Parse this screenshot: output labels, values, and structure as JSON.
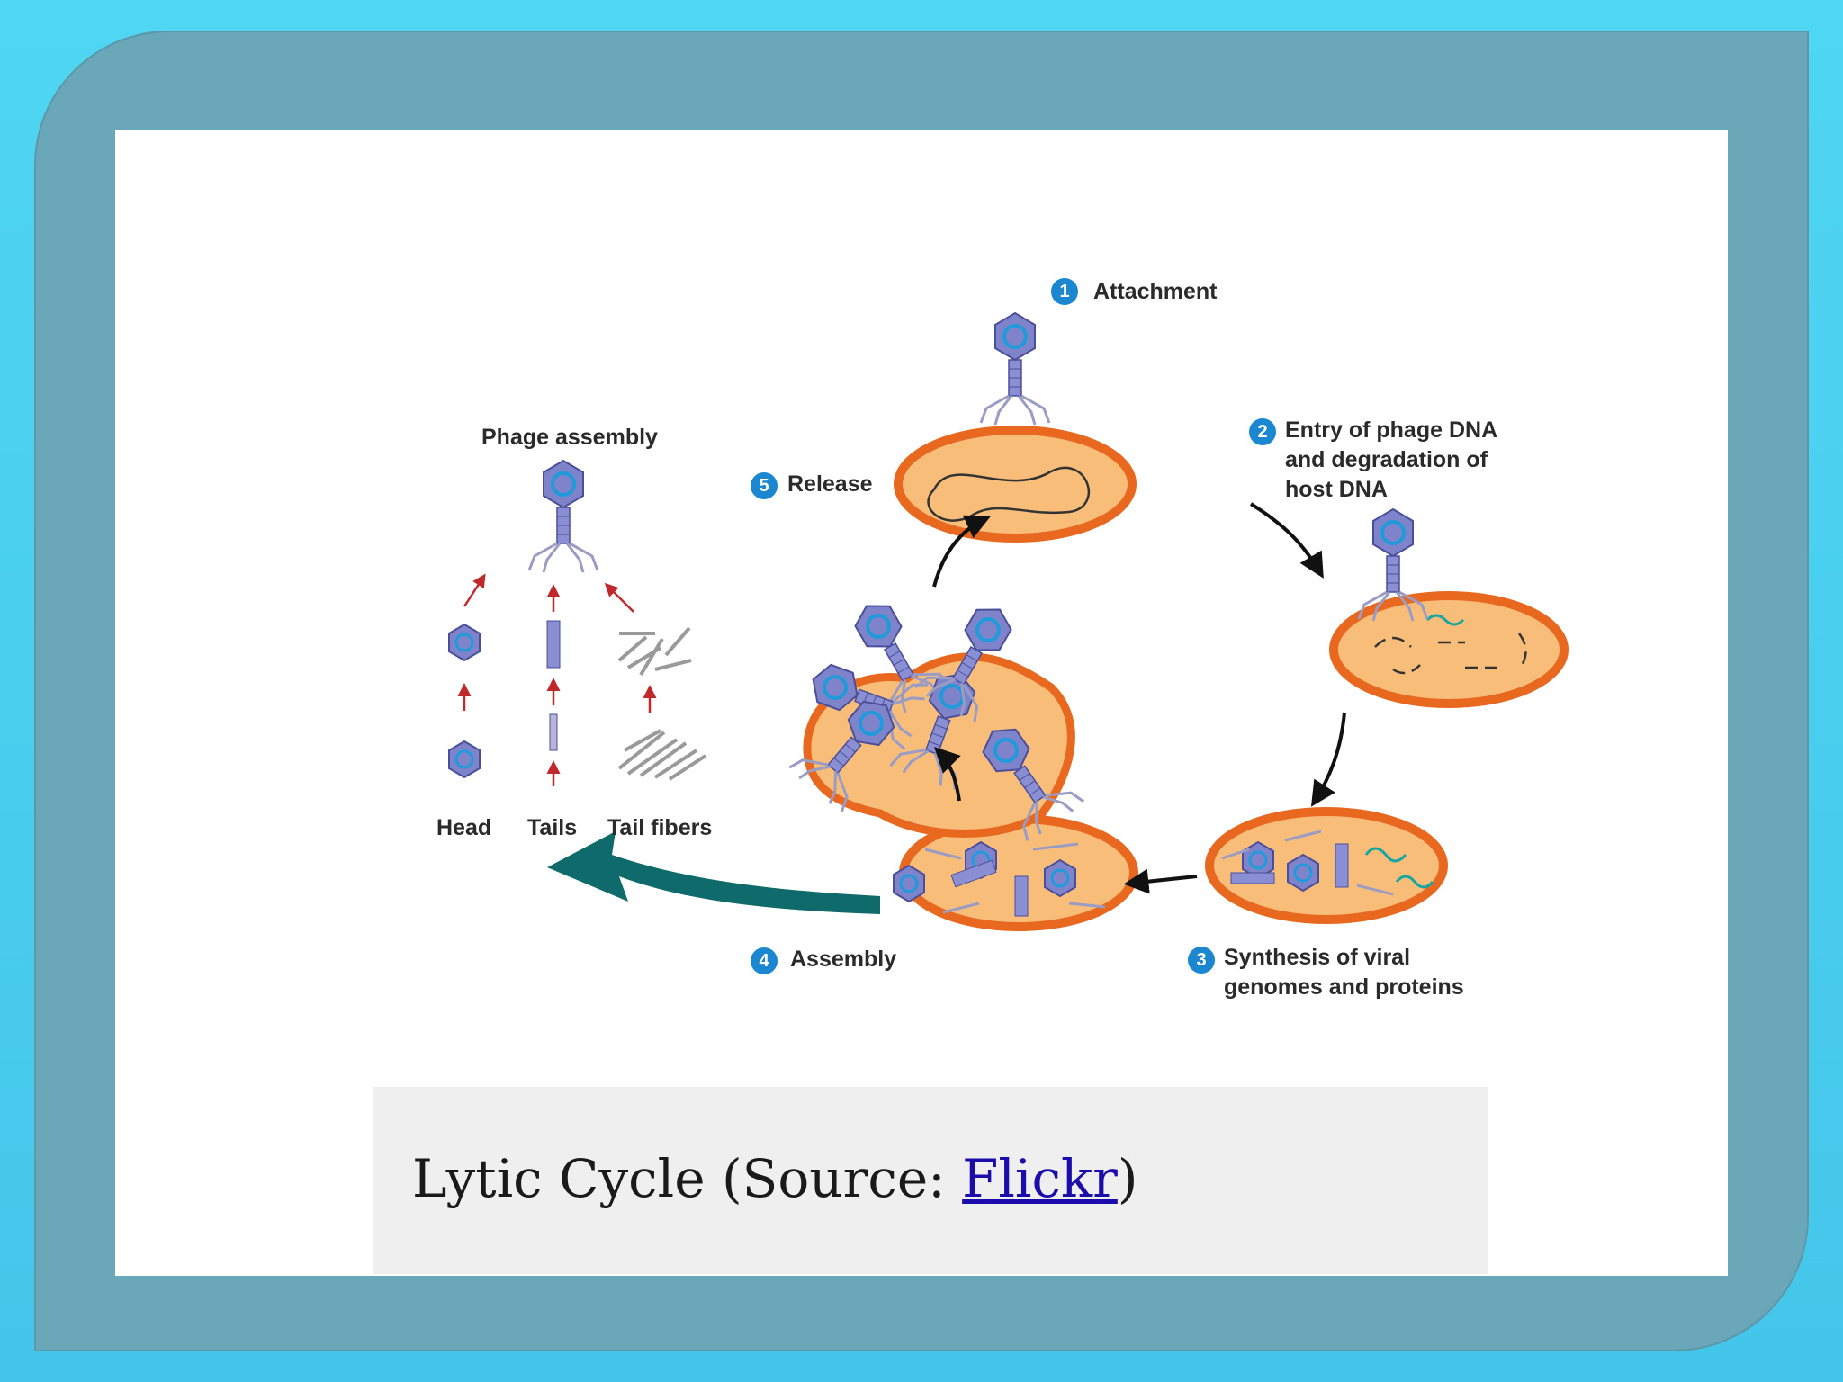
{
  "labels": {
    "attachment": "Attachment",
    "entry": "Entry of phage DNA\nand degradation of\nhost DNA",
    "synthesis": "Synthesis of viral\ngenomes and proteins",
    "assembly": "Assembly",
    "release": "Release",
    "phage_assembly": "Phage assembly",
    "head": "Head",
    "tails": "Tails",
    "tail_fibers": "Tail fibers"
  },
  "steps": {
    "s1": "1",
    "s2": "2",
    "s3": "3",
    "s4": "4",
    "s5": "5"
  },
  "caption": {
    "prefix": "Lytic Cycle (Source: ",
    "link": "Flickr",
    "suffix": ")"
  },
  "colors": {
    "cell_fill": "#f9bd7a",
    "cell_wall": "#e8681f",
    "phage": "#7f83c9",
    "accent_arrow": "#0f6b6b",
    "step_badge": "#1b87d1",
    "red_arrow": "#c0292b"
  }
}
